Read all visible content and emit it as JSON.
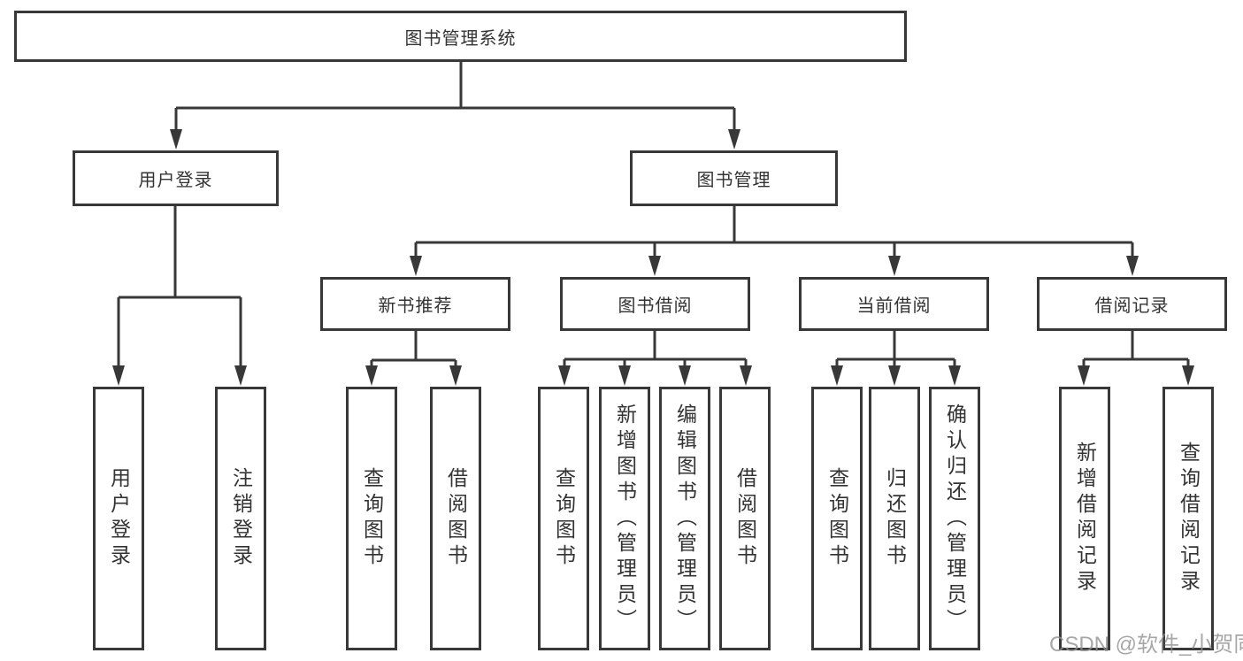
{
  "tree": {
    "root": {
      "label": "图书管理系统"
    },
    "branches": [
      {
        "label": "用户登录",
        "leaves": [
          {
            "label": "用户登录"
          },
          {
            "label": "注销登录"
          }
        ]
      },
      {
        "label": "图书管理",
        "groups": [
          {
            "label": "新书推荐",
            "leaves": [
              {
                "label": "查询图书"
              },
              {
                "label": "借阅图书"
              }
            ]
          },
          {
            "label": "图书借阅",
            "leaves": [
              {
                "label": "查询图书"
              },
              {
                "label": "新增图书（管理员）"
              },
              {
                "label": "编辑图书（管理员）"
              },
              {
                "label": "借阅图书"
              }
            ]
          },
          {
            "label": "当前借阅",
            "leaves": [
              {
                "label": "查询图书"
              },
              {
                "label": "归还图书"
              },
              {
                "label": "确认归还（管理员）"
              }
            ]
          },
          {
            "label": "借阅记录",
            "leaves": [
              {
                "label": "新增借阅记录"
              },
              {
                "label": "查询借阅记录"
              }
            ]
          }
        ]
      }
    ]
  },
  "watermark": "CSDN @软件_小贺同学",
  "colors": {
    "line": "#383838",
    "text": "#333333",
    "background": "#ffffff",
    "watermark": "#919191"
  }
}
